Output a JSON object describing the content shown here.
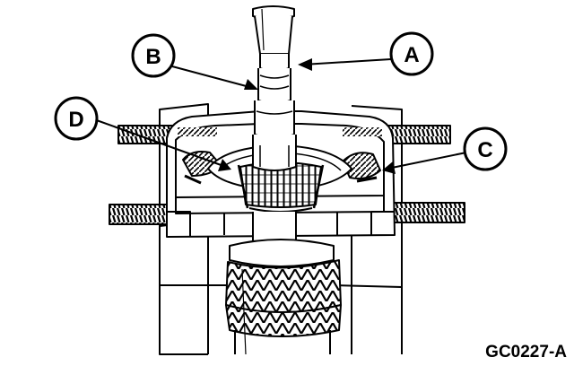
{
  "callouts": {
    "a": "A",
    "b": "B",
    "c": "C",
    "d": "D"
  },
  "figure_code": "GC0227-A",
  "colors": {
    "ink": "#000000",
    "paper": "#ffffff"
  }
}
